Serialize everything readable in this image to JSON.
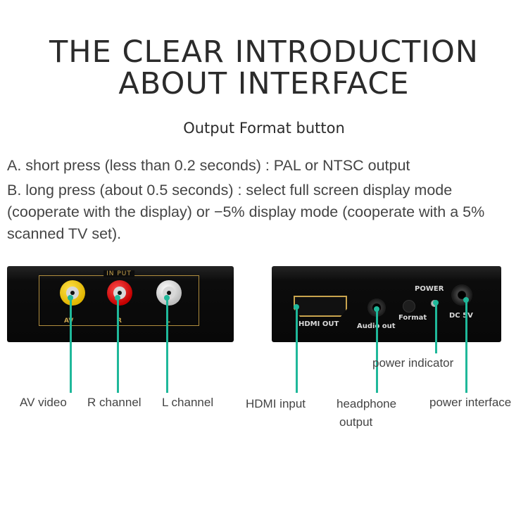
{
  "header": {
    "title_line1": "THE CLEAR INTRODUCTION",
    "title_line2": "ABOUT INTERFACE",
    "subtitle": "Output Format button"
  },
  "description": {
    "a": "A. short press (less than 0.2 seconds) : PAL or NTSC output",
    "b": "B. long press (about 0.5 seconds) : select full screen display mode (cooperate with the display) or −5% display mode (cooperate with a 5% scanned TV set)."
  },
  "left_device": {
    "frame_label": "IN PUT",
    "port_av": "AV",
    "port_r": "R",
    "port_l": "L"
  },
  "right_device": {
    "hdmi_label": "HDMI OUT",
    "audio_label": "Audio out",
    "format_label": "Format",
    "power_label": "POWER",
    "dc_label": "DC 5V"
  },
  "callouts": {
    "av_video": "AV video",
    "r_channel": "R channel",
    "l_channel": "L channel",
    "hdmi_input": "HDMI input",
    "headphone_line1": "headphone",
    "headphone_line2": "output",
    "power_indicator": "power indicator",
    "power_interface": "power interface"
  },
  "colors": {
    "leader_line": "#1fb89a",
    "device_body": "#0c0c0c",
    "gold_print": "#c9a44e"
  }
}
